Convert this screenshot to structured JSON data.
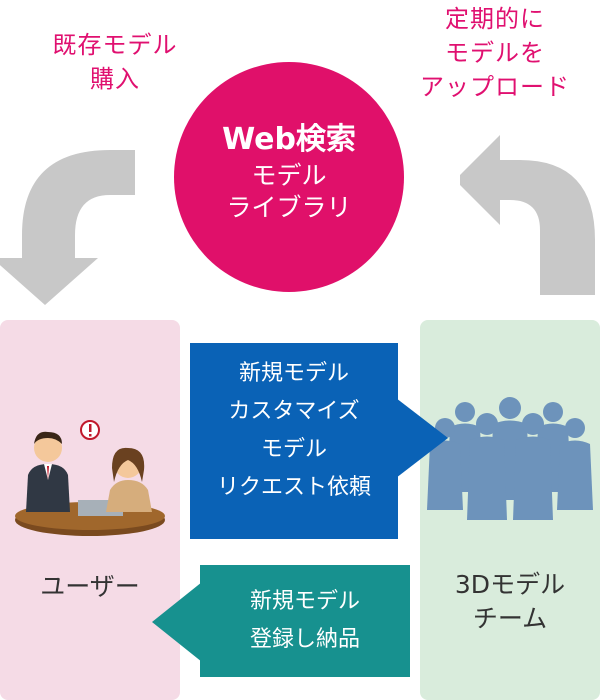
{
  "labels": {
    "buy_existing": [
      "既存モデル",
      "購入"
    ],
    "periodic_upload": [
      "定期的に",
      "モデルを",
      "アップロード"
    ]
  },
  "library": {
    "title": "Web検索",
    "lines": [
      "モデル",
      "ライブラリ"
    ]
  },
  "request": {
    "lines": [
      "新規モデル",
      "カスタマイズ",
      "モデル",
      "リクエスト依頼"
    ]
  },
  "delivery": {
    "lines": [
      "新規モデル",
      "登録し納品"
    ]
  },
  "user": {
    "label": "ユーザー"
  },
  "team": {
    "lines": [
      "3Dモデル",
      "チーム"
    ]
  },
  "colors": {
    "pink": "#e0106a",
    "user_panel": "#f5dbe6",
    "team_panel": "#d9ecdc",
    "request_box": "#0a62b6",
    "delivery_box": "#17918f",
    "arrow_gray": "#c8c8c8",
    "team_silhouette": "#6d93bb"
  },
  "icons": {
    "left_arrow": "curved-down-arrow-icon",
    "right_arrow": "curved-up-arrow-icon",
    "user_illustration": "users-meeting-illustration",
    "team_illustration": "team-silhouettes-illustration"
  }
}
